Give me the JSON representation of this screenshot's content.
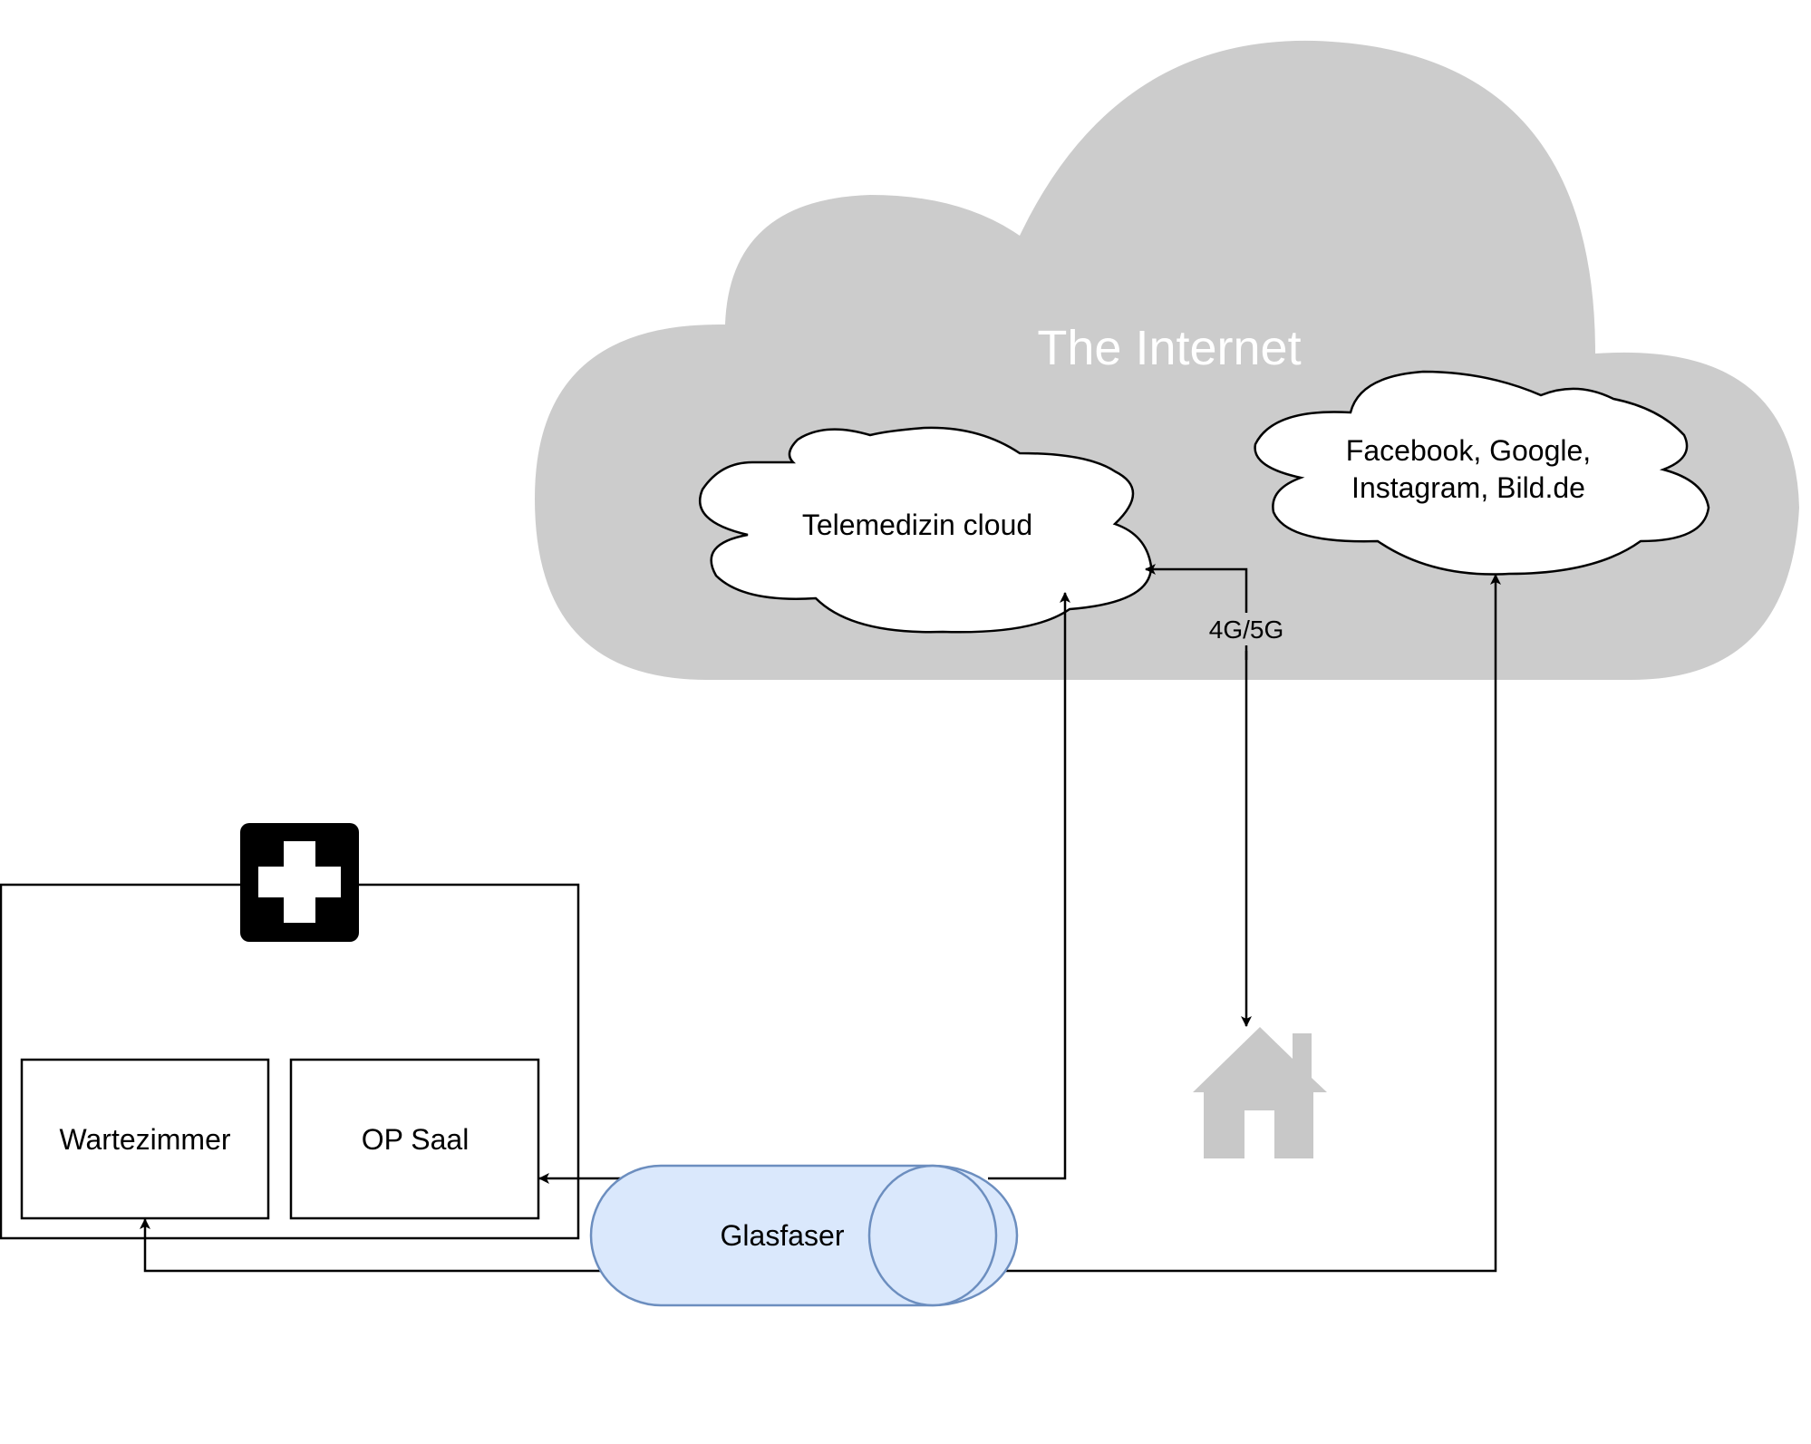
{
  "internet": {
    "title": "The Internet"
  },
  "clouds": {
    "telemedizin": "Telemedizin cloud",
    "social_line1": "Facebook, Google,",
    "social_line2": "Instagram, Bild.de"
  },
  "hospital": {
    "rooms": [
      "Wartezimmer",
      "OP Saal"
    ]
  },
  "connections": {
    "fiber": "Glasfaser",
    "mobile": "4G/5G"
  },
  "colors": {
    "internet_cloud": "#cccccc",
    "fiber_fill": "#dae8fc",
    "fiber_stroke": "#6c8ebf",
    "home_icon": "#c8c8c8"
  },
  "icons": [
    "first-aid-cross-icon",
    "house-icon"
  ]
}
